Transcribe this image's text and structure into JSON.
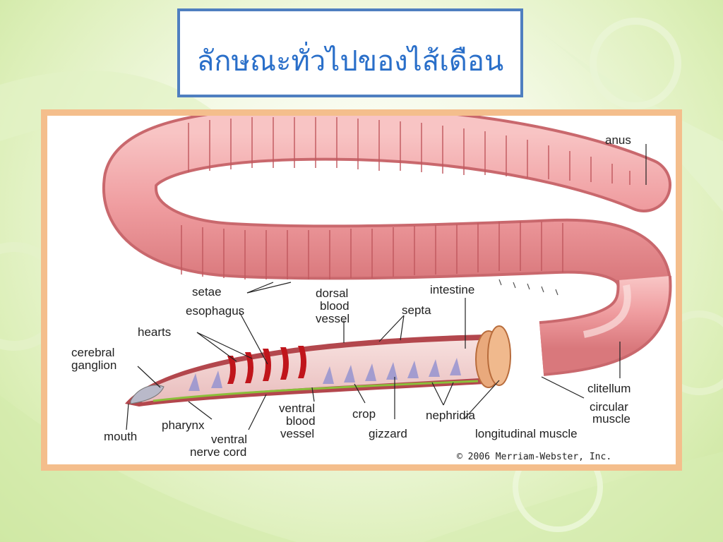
{
  "title": "ลักษณะทั่วไปของไส้เดือน",
  "labels": {
    "anus": "anus",
    "setae": "setae",
    "esophagus": "esophagus",
    "hearts": "hearts",
    "cerebral_ganglion_1": "cerebral",
    "cerebral_ganglion_2": "ganglion",
    "dorsal_1": "dorsal",
    "dorsal_2": "blood",
    "dorsal_3": "vessel",
    "intestine": "intestine",
    "septa": "septa",
    "clitellum": "clitellum",
    "circular_1": "circular",
    "circular_2": "muscle",
    "pharynx": "pharynx",
    "ventral_vessel_1": "ventral",
    "ventral_vessel_2": "blood",
    "ventral_vessel_3": "vessel",
    "crop": "crop",
    "nephridia": "nephridia",
    "mouth": "mouth",
    "ventral_nerve_1": "ventral",
    "ventral_nerve_2": "nerve cord",
    "gizzard": "gizzard",
    "longitudinal_muscle": "longitudinal muscle"
  },
  "copyright": "© 2006 Merriam-Webster, Inc.",
  "colors": {
    "title_blue": "#2a6fc9",
    "frame_border": "#4f7fc0",
    "worm_pink": "#f2a3a6",
    "frame_orange": "#f4be8c"
  }
}
